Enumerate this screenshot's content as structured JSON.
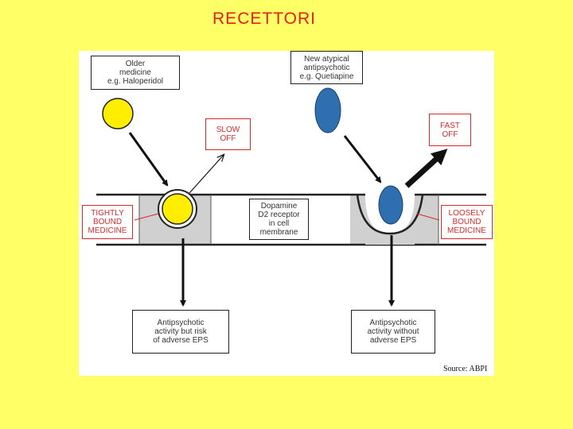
{
  "slide": {
    "title": "RECETTORI"
  },
  "diagram": {
    "colors": {
      "background": "#ffff66",
      "title": "#e0201a",
      "accent_red": "#d62b2b",
      "membrane_grey": "#d0d0d0",
      "haloperidol_yellow": "#ffee00",
      "quetiapine_blue": "#2f6fb0"
    },
    "labels": {
      "older_medicine": "Older\nmedicine\ne.g. Haloperidol",
      "new_atypical": "New atypical\nantipsychotic\ne.g. Quetiapine",
      "slow_off": "SLOW\nOFF",
      "fast_off": "FAST\nOFF",
      "tightly_bound": "TIGHTLY\nBOUND\nMEDICINE",
      "loosely_bound": "LOOSELY\nBOUND\nMEDICINE",
      "d2_receptor": "Dopamine\nD2 receptor\nin cell\nmembrane",
      "result_left": "Antipsychotic\nactivity but risk\nof adverse EPS",
      "result_right": "Antipsychotic\nactivity without\nadverse EPS"
    },
    "source": "Source: ABPI"
  }
}
